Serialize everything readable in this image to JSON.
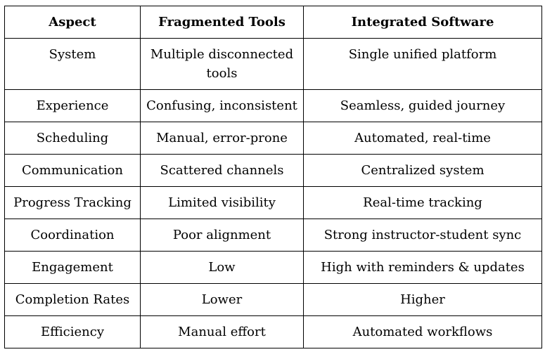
{
  "table": {
    "headers": [
      "Aspect",
      "Fragmented Tools",
      "Integrated Software"
    ],
    "rows": [
      [
        "System",
        "Multiple disconnected tools",
        "Single unified platform"
      ],
      [
        "Experience",
        "Confusing, inconsistent",
        "Seamless, guided journey"
      ],
      [
        "Scheduling",
        "Manual, error-prone",
        "Automated, real-time"
      ],
      [
        "Communication",
        "Scattered channels",
        "Centralized system"
      ],
      [
        "Progress Tracking",
        "Limited visibility",
        "Real-time tracking"
      ],
      [
        "Coordination",
        "Poor alignment",
        "Strong instructor-student sync"
      ],
      [
        "Engagement",
        "Low",
        "High with reminders & updates"
      ],
      [
        "Completion Rates",
        "Lower",
        "Higher"
      ],
      [
        "Efficiency",
        "Manual effort",
        "Automated workflows"
      ]
    ]
  }
}
